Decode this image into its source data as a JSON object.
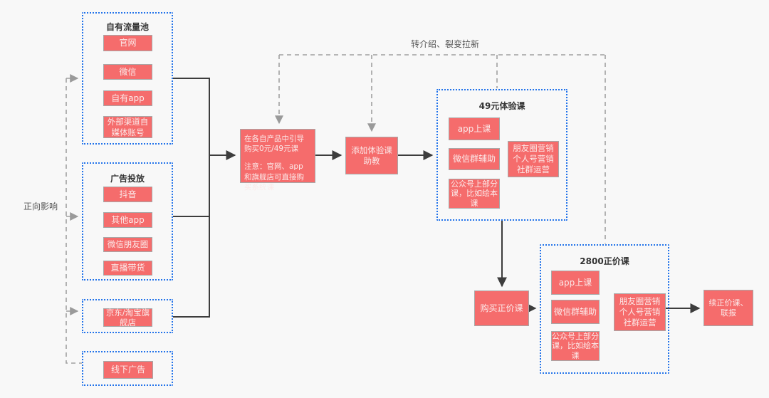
{
  "colors": {
    "node_fill": "#f56c6c",
    "node_border": "#a8a8a8",
    "node_text": "#fbe9e9",
    "pool_border": "#2273ea",
    "solid_line": "#3d3d3d",
    "dashed_line": "#a0a0a0",
    "background": "#f8f8f8",
    "title_text": "#333333"
  },
  "labels": {
    "referral": "转介绍、裂变拉新",
    "positive_influence": "正向影响"
  },
  "containers": {
    "own_traffic": {
      "title": "自有流量池",
      "items": [
        "官网",
        "微信",
        "自有app",
        "外部渠道自媒体账号"
      ]
    },
    "ads": {
      "title": "广告投放",
      "items": [
        "抖音",
        "其他app",
        "微信朋友圈",
        "直播带货"
      ]
    },
    "jd_taobao": {
      "items": [
        "京东/淘宝旗舰店"
      ]
    },
    "offline": {
      "items": [
        "线下广告"
      ]
    },
    "trial": {
      "title": "49元体验课",
      "items": [
        "app上课",
        "微信群辅助",
        "公众号上部分课，比如绘本课"
      ],
      "side_lines": [
        "朋友圈营销",
        "个人号营销",
        "社群运营"
      ]
    },
    "full_price": {
      "title": "2800正价课",
      "items": [
        "app上课",
        "微信群辅助",
        "公众号上部分课，比如绘本课"
      ],
      "side_lines": [
        "朋友圈营销",
        "个人号营销",
        "社群运营"
      ]
    }
  },
  "nodes": {
    "guide_purchase_line1": "在各自产品中引导购买0元/49元课",
    "guide_purchase_line2": "注意：官网、app 和旗舰店可直接购买系统课",
    "add_assistant": "添加体验课助教",
    "buy_full_price": "购买正价课",
    "renew": "续正价课、联报"
  }
}
